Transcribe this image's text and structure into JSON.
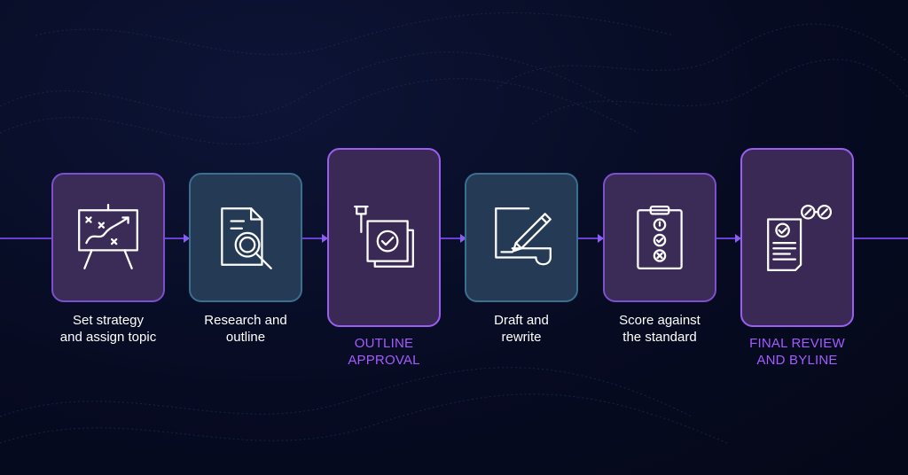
{
  "colors": {
    "background": "#070b22",
    "flow_line": "#6a3fd2",
    "accent_text": "#a45bff",
    "box_purple": "#3b2b57",
    "box_blue": "#243a55"
  },
  "steps": [
    {
      "line1": "Set strategy",
      "line2": "and assign topic",
      "icon": "strategy-board-icon"
    },
    {
      "line1": "Research and",
      "line2": "outline",
      "icon": "document-magnifier-icon"
    },
    {
      "line1": "OUTLINE",
      "line2": "APPROVAL",
      "icon": "pinned-approval-icon"
    },
    {
      "line1": "Draft and",
      "line2": "rewrite",
      "icon": "draft-pen-icon"
    },
    {
      "line1": "Score against",
      "line2": "the standard",
      "icon": "checklist-clipboard-icon"
    },
    {
      "line1": "FINAL REVIEW",
      "line2": "AND BYLINE",
      "icon": "review-glasses-icon"
    }
  ]
}
